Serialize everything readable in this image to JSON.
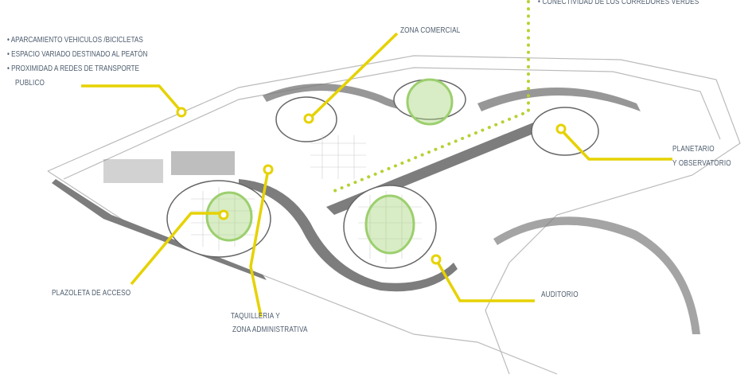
{
  "title": "Master plan diagram",
  "colors": {
    "accent": "#e6d200",
    "green": "#9ccf6e",
    "text": "#4e5d6e",
    "plan": "#8a8a8a"
  },
  "legend_bullets": [
    "APARCAMIENTO VEHICULOS /BICICLETAS",
    "ESPACIO VARIADO DESTINADO AL PEATÓN",
    "PROXIMIDAD A REDES DE TRANSPORTE",
    "PUBLICO"
  ],
  "labels": {
    "corridors": "CONECTIVIDAD DE LOS CORREDORES VERDES",
    "commercial": "ZONA COMERCIAL",
    "planetarium_1": "PLANETARIO",
    "planetarium_2": "Y OBSERVATORIO",
    "plaza": "PLAZOLETA DE ACCESO",
    "ticket_1": "TAQUILLERIA Y",
    "ticket_2": "ZONA ADMINISTRATIVA",
    "auditorium": "AUDITORIO"
  }
}
